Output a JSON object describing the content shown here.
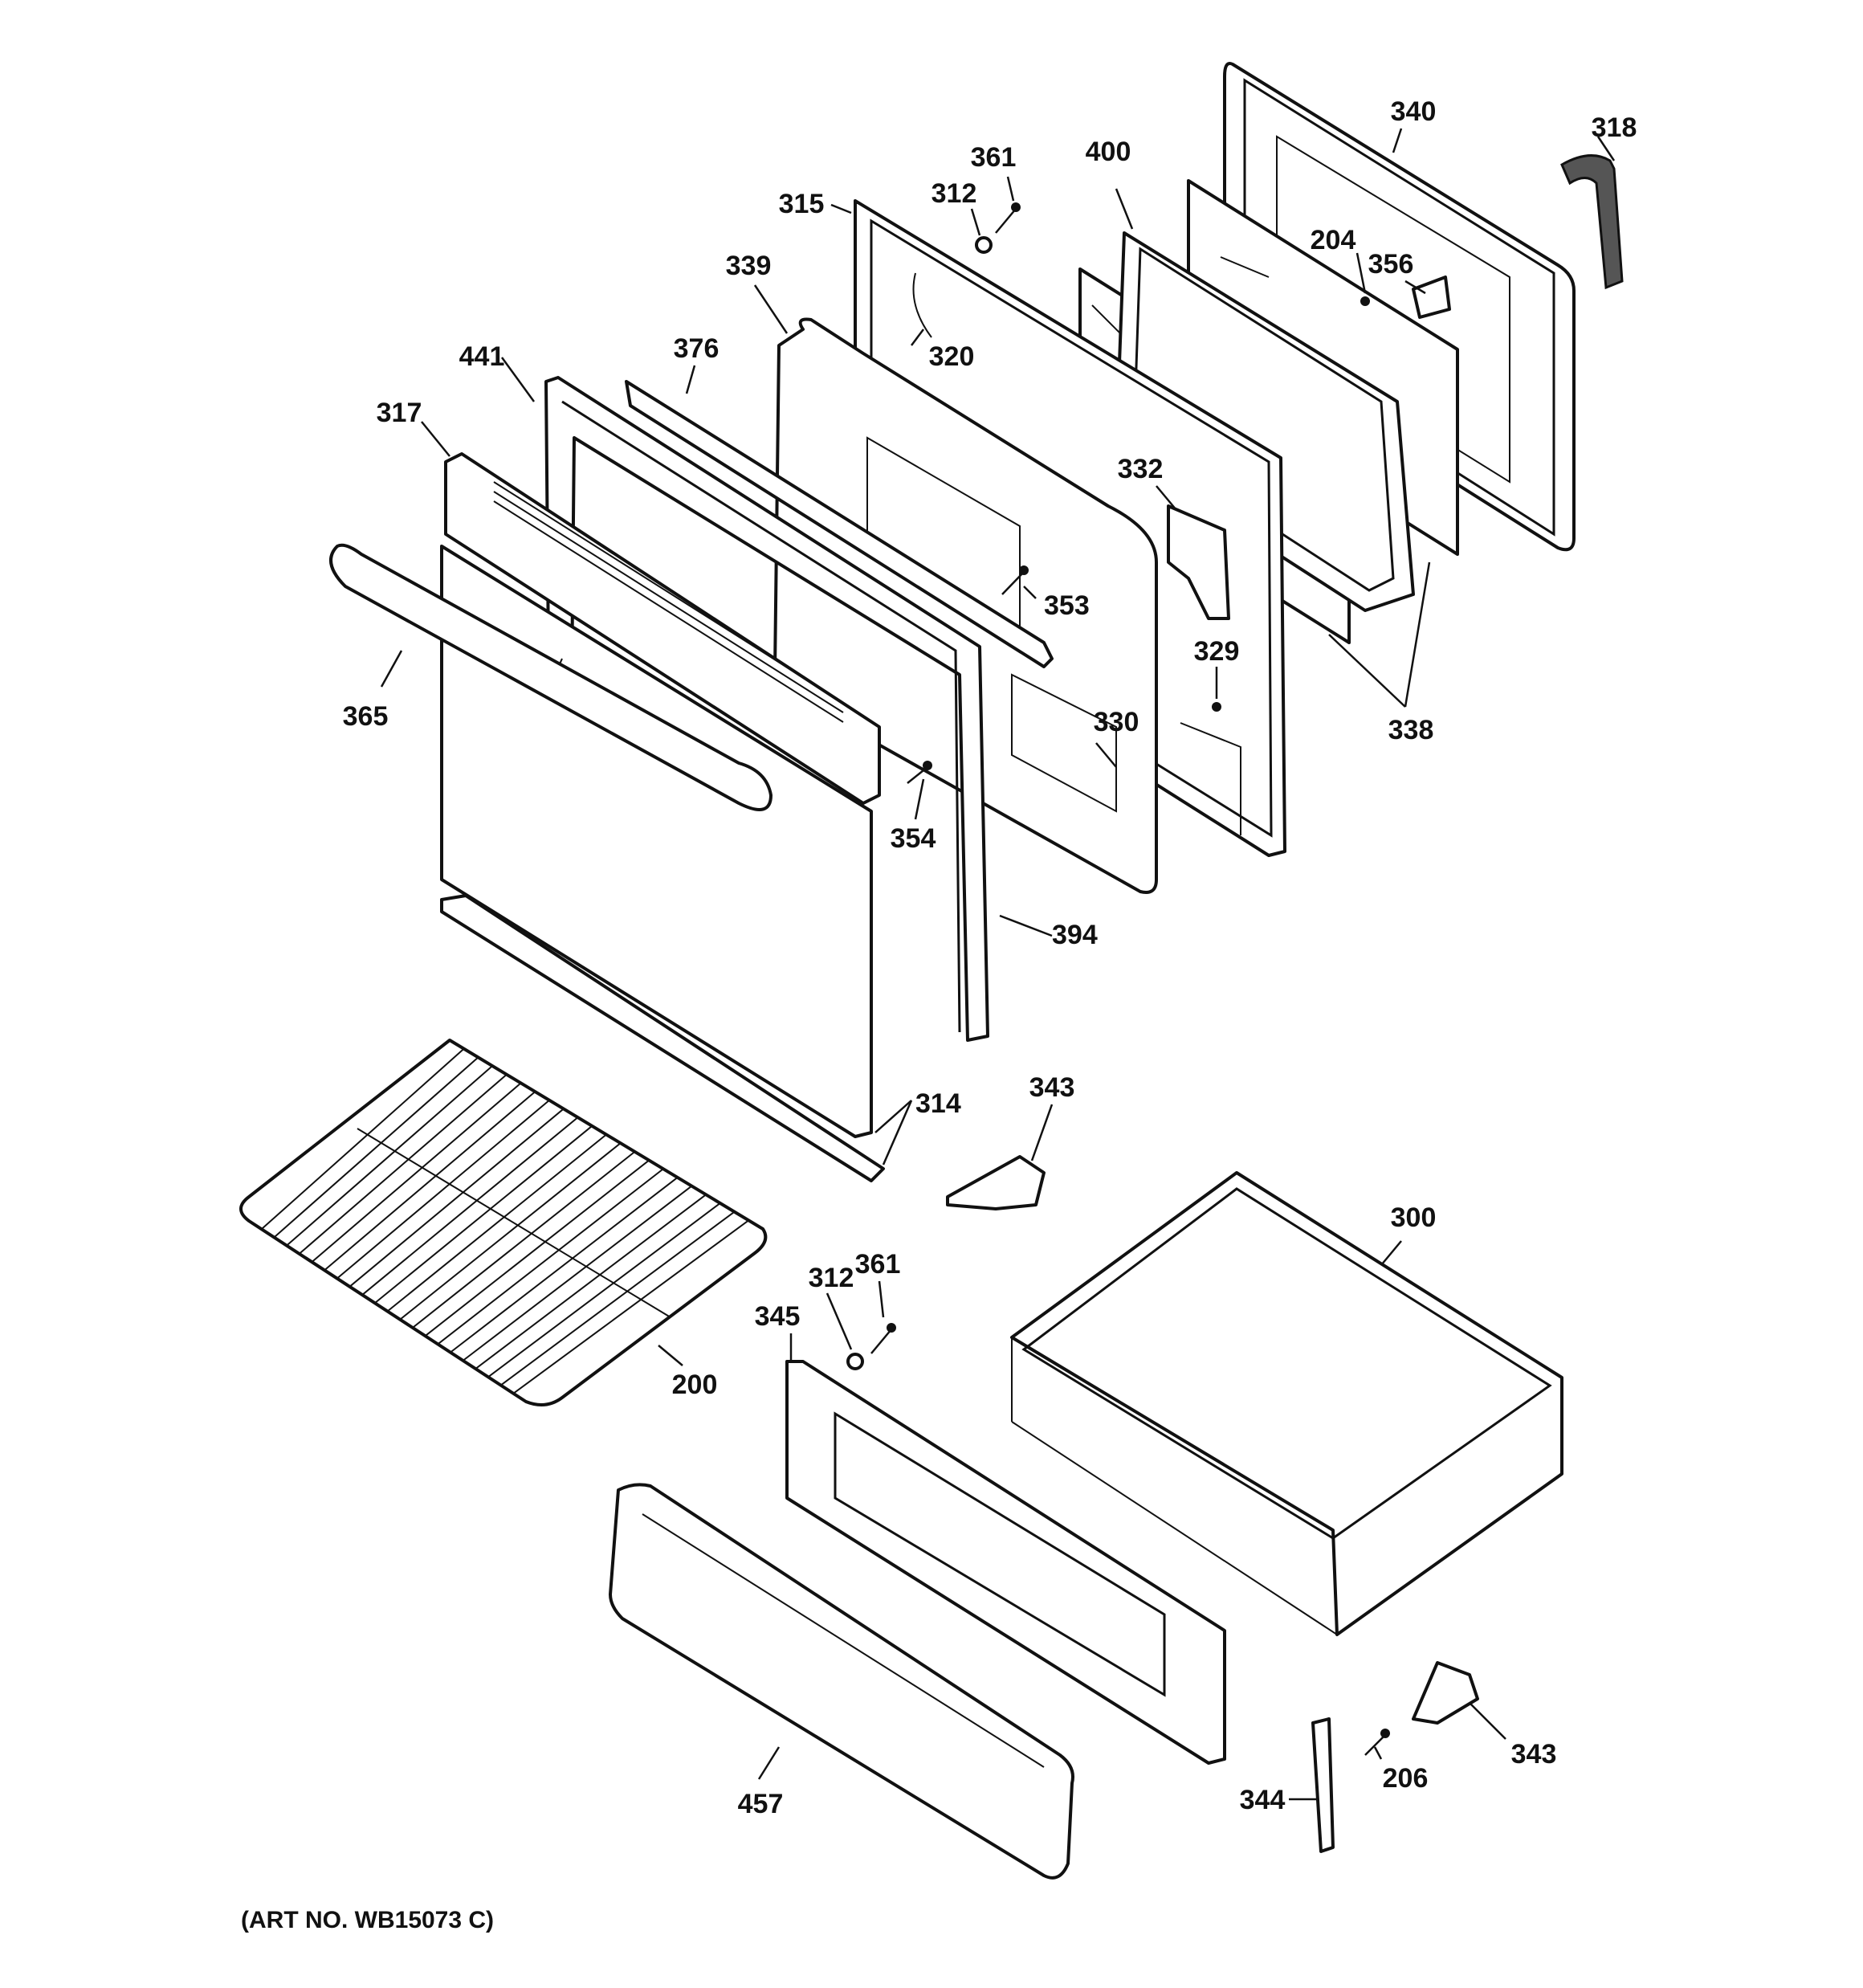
{
  "art_number": "(ART NO. WB15073 C)",
  "callouts": [
    {
      "id": "c318",
      "text": "318"
    },
    {
      "id": "c340",
      "text": "340"
    },
    {
      "id": "c400",
      "text": "400"
    },
    {
      "id": "c361a",
      "text": "361"
    },
    {
      "id": "c312a",
      "text": "312"
    },
    {
      "id": "c315",
      "text": "315"
    },
    {
      "id": "c339",
      "text": "339"
    },
    {
      "id": "c204",
      "text": "204"
    },
    {
      "id": "c356",
      "text": "356"
    },
    {
      "id": "c320",
      "text": "320"
    },
    {
      "id": "c376",
      "text": "376"
    },
    {
      "id": "c441",
      "text": "441"
    },
    {
      "id": "c317",
      "text": "317"
    },
    {
      "id": "c332",
      "text": "332"
    },
    {
      "id": "c353",
      "text": "353"
    },
    {
      "id": "c329",
      "text": "329"
    },
    {
      "id": "c365",
      "text": "365"
    },
    {
      "id": "c330",
      "text": "330"
    },
    {
      "id": "c338",
      "text": "338"
    },
    {
      "id": "c354",
      "text": "354"
    },
    {
      "id": "c394",
      "text": "394"
    },
    {
      "id": "c314",
      "text": "314"
    },
    {
      "id": "c343a",
      "text": "343"
    },
    {
      "id": "c300",
      "text": "300"
    },
    {
      "id": "c361b",
      "text": "361"
    },
    {
      "id": "c312b",
      "text": "312"
    },
    {
      "id": "c345",
      "text": "345"
    },
    {
      "id": "c200",
      "text": "200"
    },
    {
      "id": "c457",
      "text": "457"
    },
    {
      "id": "c206",
      "text": "206"
    },
    {
      "id": "c343b",
      "text": "343"
    },
    {
      "id": "c344",
      "text": "344"
    }
  ]
}
